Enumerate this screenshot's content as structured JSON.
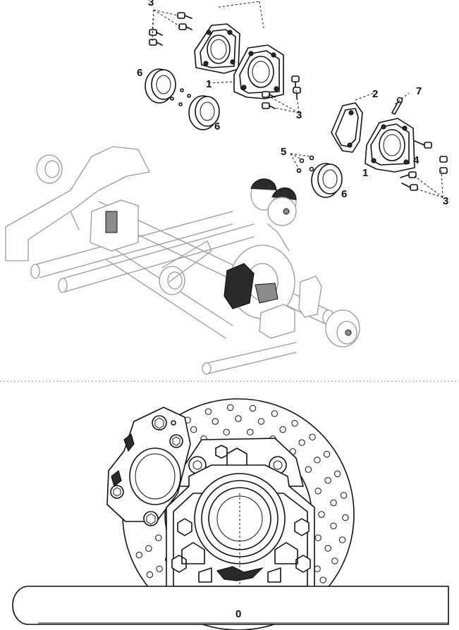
{
  "callouts": {
    "bearing_housing": "1",
    "caliper_bracket": "2",
    "bolts": "3",
    "washer": "4",
    "small_screws": "5",
    "bearing": "6",
    "pin": "7",
    "axis_marker": "0"
  }
}
